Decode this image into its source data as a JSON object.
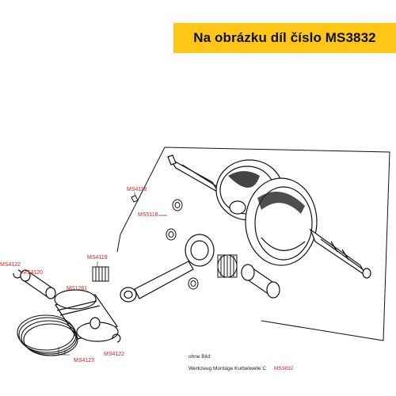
{
  "banner": {
    "text": "Na obrázku díl číslo MS3832",
    "color": "#ffc61a"
  },
  "labels": {
    "ms4118": "MS4118",
    "ms5118": "MS5118",
    "ms4119": "MS4119",
    "ms4122a": "MS4122",
    "ms4120": "MS4120",
    "ms1281": "MS1281",
    "ms4123": "MS4123",
    "ms4122b": "MS4122"
  },
  "note": {
    "heading": "ohne Bild:",
    "item": "Werkzeug Montage Kurbelwelle C",
    "code": "MS3832"
  },
  "colors": {
    "label": "#cc2222",
    "line": "#111111"
  }
}
